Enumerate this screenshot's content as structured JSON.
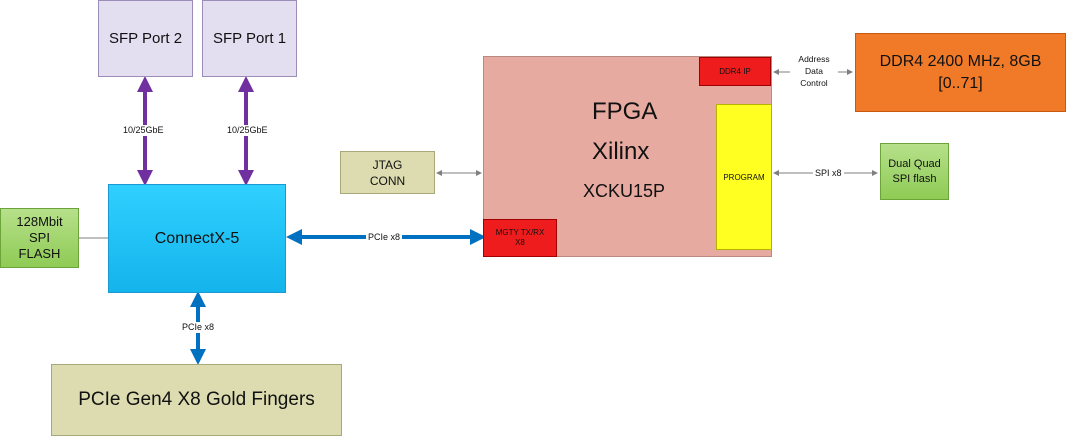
{
  "blocks": {
    "sfp2": "SFP Port 2",
    "sfp1": "SFP Port 1",
    "connectx": "ConnectX-5",
    "flash128": [
      "128Mbit",
      "SPI",
      "FLASH"
    ],
    "gold_fingers": "PCIe Gen4 X8 Gold Fingers",
    "jtag": [
      "JTAG",
      "CONN"
    ],
    "fpga_title": "FPGA",
    "fpga_vendor": "Xilinx",
    "fpga_part": "XCKU15P",
    "ddr4_ip": "DDR4 IP",
    "mgty": [
      "MGTY TX/RX",
      "X8"
    ],
    "program": "PROGRAM",
    "ddr4": [
      "DDR4 2400 MHz, 8GB",
      "[0..71]"
    ],
    "dual_spi": [
      "Dual Quad",
      "SPI flash"
    ]
  },
  "links": {
    "sfp2_link": "10/25GbE",
    "sfp1_link": "10/25GbE",
    "pcie_fpga": "PCIe x8",
    "pcie_host": "PCIe x8",
    "ddr_bus": [
      "Address",
      "Data",
      "Control"
    ],
    "spi_bus": "SPI x8"
  },
  "colors": {
    "sfp": "#e4dff0",
    "connectx": "#14b4ec",
    "green_block": "#8fcb55",
    "tan_block": "#dcdcb0",
    "fpga": "#e6aaa0",
    "red_ip": "#ee1c1c",
    "program": "#ffff22",
    "ddr4": "#f07a28",
    "purple_arrow": "#7030a0",
    "blue_arrow": "#0070c0",
    "gray_arrow": "#7f7f7f"
  }
}
